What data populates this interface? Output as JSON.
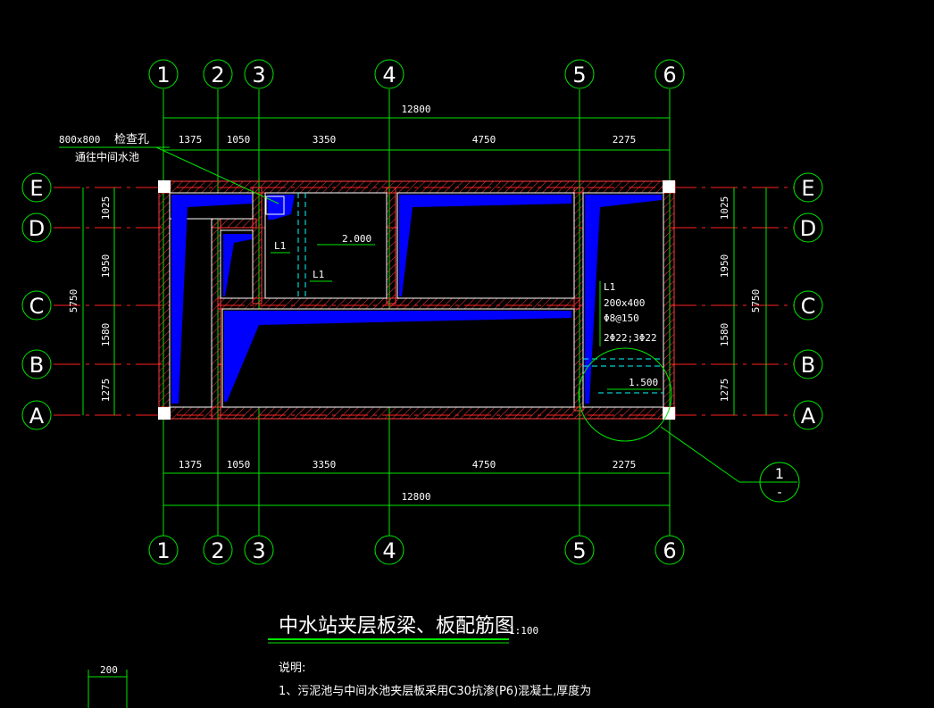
{
  "axes_top": [
    "1",
    "2",
    "3",
    "4",
    "5",
    "6"
  ],
  "axes_bottom": [
    "1",
    "2",
    "3",
    "4",
    "5",
    "6"
  ],
  "axes_left": [
    "E",
    "D",
    "C",
    "B",
    "A"
  ],
  "axes_right": [
    "E",
    "D",
    "C",
    "B",
    "A"
  ],
  "dims_top": {
    "total": "12800",
    "segments": [
      "1375",
      "1050",
      "3350",
      "4750",
      "2275"
    ]
  },
  "dims_bottom": {
    "total": "12800",
    "segments": [
      "1375",
      "1050",
      "3350",
      "4750",
      "2275"
    ]
  },
  "dims_left": {
    "total": "5750",
    "segments": [
      "1025",
      "1950",
      "1580",
      "1275"
    ]
  },
  "dims_right": {
    "total": "5750",
    "segments": [
      "1025",
      "1950",
      "1580",
      "1275"
    ]
  },
  "annotations": {
    "opening_size": "800x800",
    "opening_name": "检查孔",
    "opening_note": "通往中间水池",
    "beam_tag_1": "L1",
    "beam_tag_2": "L1",
    "elev_1": "2.000",
    "elev_2": "1.500",
    "beam_spec_name": "L1",
    "beam_spec_size": "200x400",
    "beam_spec_stirrup": "Φ8@150",
    "beam_spec_bars": "2Φ22;3Φ22",
    "detail_num": "1",
    "detail_sheet": "-"
  },
  "title": {
    "main": "中水站夹层板梁、板配筋图",
    "scale": "1:100"
  },
  "notes": {
    "dim_small": "200",
    "heading": "说明:",
    "line1": "1、污泥池与中间水池夹层板采用C30抗渗(P6)混凝土,厚度为"
  },
  "colors": {
    "grid": "#00e600",
    "axis_line": "#ff2020",
    "wall": "#ff3030",
    "rebar_fill": "#0000ff",
    "text": "#ffffff",
    "dashed": "#00ffff"
  }
}
